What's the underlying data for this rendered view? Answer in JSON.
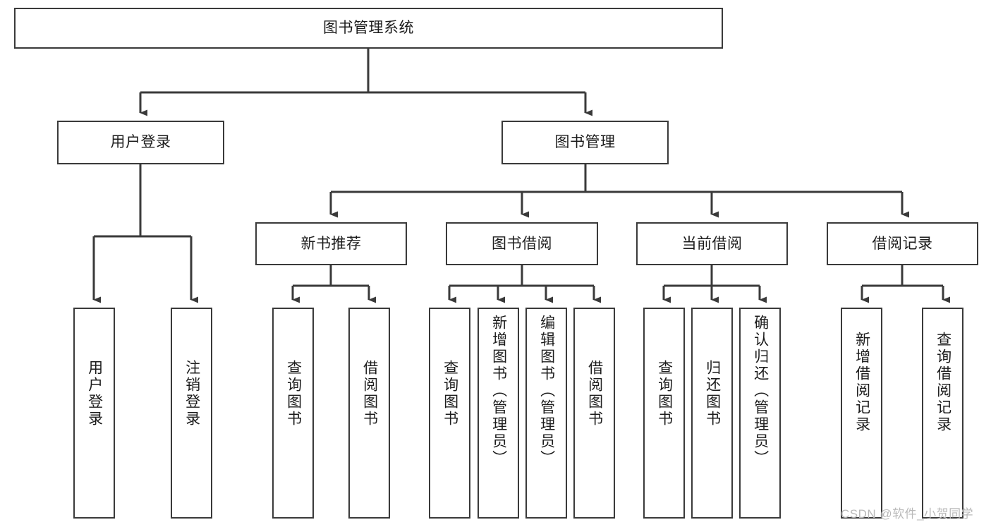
{
  "diagram": {
    "type": "tree-hierarchy",
    "title": "图书管理系统",
    "orientation": "top-down",
    "line_color": "#3a3a3a",
    "box_fill": "#ffffff",
    "text_color": "#1c1c1c",
    "watermark": "CSDN @软件_小贺同学"
  },
  "nodes": {
    "root": {
      "label": "图书管理系统",
      "level": 0
    },
    "level1": [
      {
        "id": "user-login",
        "label": "用户登录"
      },
      {
        "id": "book-manage",
        "label": "图书管理"
      }
    ],
    "level2": [
      {
        "id": "new-book-recommend",
        "label": "新书推荐",
        "parent": "book-manage"
      },
      {
        "id": "book-borrow",
        "label": "图书借阅",
        "parent": "book-manage"
      },
      {
        "id": "current-borrow",
        "label": "当前借阅",
        "parent": "book-manage"
      },
      {
        "id": "borrow-record",
        "label": "借阅记录",
        "parent": "book-manage"
      }
    ],
    "leaves": {
      "user_login": [
        {
          "id": "leaf-user-login",
          "label": "用户登录"
        },
        {
          "id": "leaf-logout",
          "label": "注销登录"
        }
      ],
      "new_book_recommend": [
        {
          "id": "leaf-query-book-1",
          "label": "查询图书"
        },
        {
          "id": "leaf-borrow-book-1",
          "label": "借阅图书"
        }
      ],
      "book_borrow": [
        {
          "id": "leaf-query-book-2",
          "label": "查询图书"
        },
        {
          "id": "leaf-add-book",
          "label": "新增图书（管理员）"
        },
        {
          "id": "leaf-edit-book",
          "label": "编辑图书（管理员）"
        },
        {
          "id": "leaf-borrow-book-2",
          "label": "借阅图书"
        }
      ],
      "current_borrow": [
        {
          "id": "leaf-query-book-3",
          "label": "查询图书"
        },
        {
          "id": "leaf-return-book",
          "label": "归还图书"
        },
        {
          "id": "leaf-confirm-return",
          "label": "确认归还（管理员）"
        }
      ],
      "borrow_record": [
        {
          "id": "leaf-add-record",
          "label": "新增借阅记录"
        },
        {
          "id": "leaf-query-record",
          "label": "查询借阅记录"
        }
      ]
    }
  }
}
